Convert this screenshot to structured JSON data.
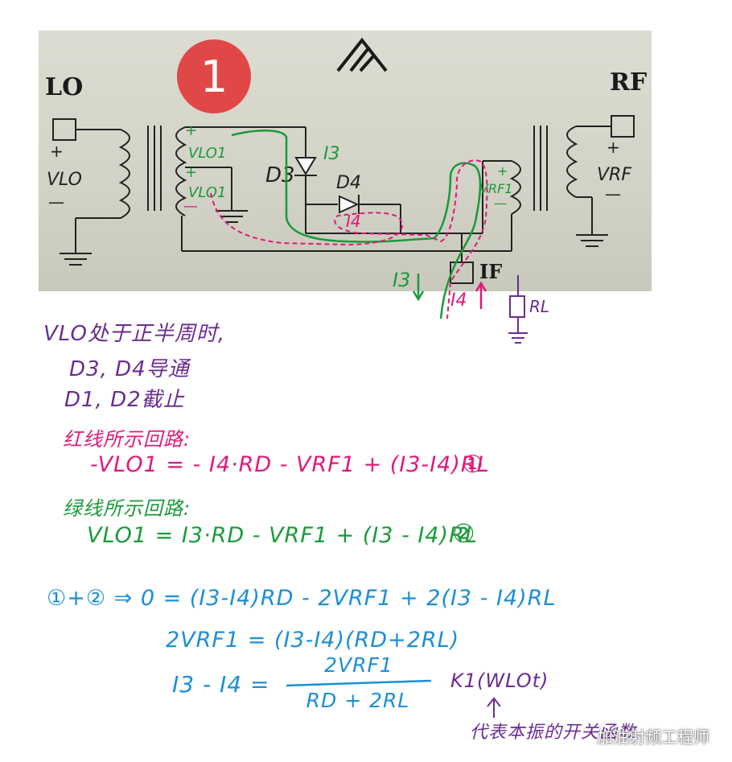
{
  "badge": {
    "number": "1",
    "color": "#e04848"
  },
  "circuit": {
    "lo_label": "LO",
    "rf_label": "RF",
    "if_label": "IF",
    "v_lo": "VLO",
    "v_lo1_top": "VLO1",
    "v_lo1_bottom": "VLO1",
    "v_rf": "VRF",
    "v_rf1": "VRF1",
    "d3": "D3",
    "d4": "D4",
    "i3_diode": "I3",
    "i4_diode": "I4",
    "i3_out": "I3",
    "i4_out": "I4",
    "rl": "RL",
    "plus": "+",
    "minus": "—"
  },
  "notes": {
    "line1": "VLO处于正半周时,",
    "line2": "D3, D4导通",
    "line3": "D1, D2截止",
    "red_title": "红线所示回路:",
    "red_eq": "-VLO1 = - I4·RD - VRF1 + (I3-I4)RL",
    "red_eq_num": "①",
    "green_title": "绿线所示回路:",
    "green_eq": "VLO1 =  I3·RD - VRF1 + (I3 - I4)RL",
    "green_eq_num": "②",
    "sum_eq": "①+② ⇒  0 = (I3-I4)RD - 2VRF1 + 2(I3 - I4)RL",
    "eq2": "2VRF1 = (I3-I4)(RD+2RL)",
    "eq3_lhs": "I3 - I4 =",
    "eq3_num": "2VRF1",
    "eq3_den": "RD + 2RL",
    "eq3_tail": "K1(WLOt)",
    "arrow_note": "代表本振的开关函数"
  },
  "watermark": "加油射频工程师",
  "colors": {
    "purple": "#6a2c91",
    "magenta": "#e0197a",
    "green": "#1a9a3a",
    "blue": "#1b8fd6",
    "ink": "#2a2a2a"
  }
}
